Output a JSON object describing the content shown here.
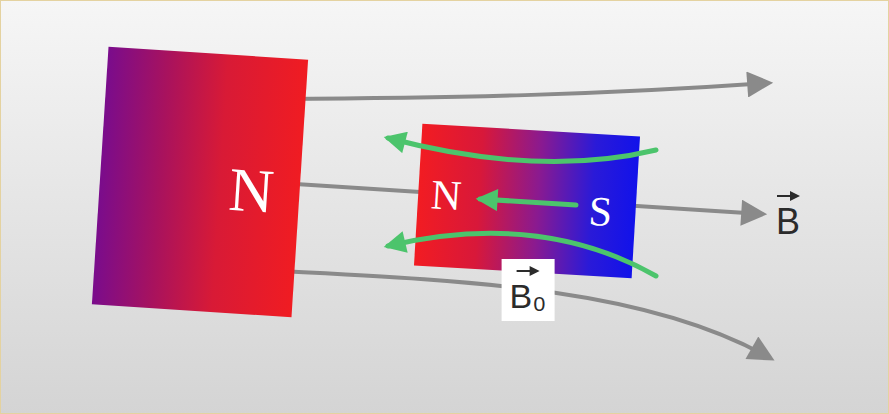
{
  "diagram": {
    "nodes": [
      {
        "text": [
          "N"
        ]
      },
      {
        "text": [
          "N",
          "S"
        ]
      }
    ],
    "labels": [
      "B",
      "B₀"
    ]
  }
}
